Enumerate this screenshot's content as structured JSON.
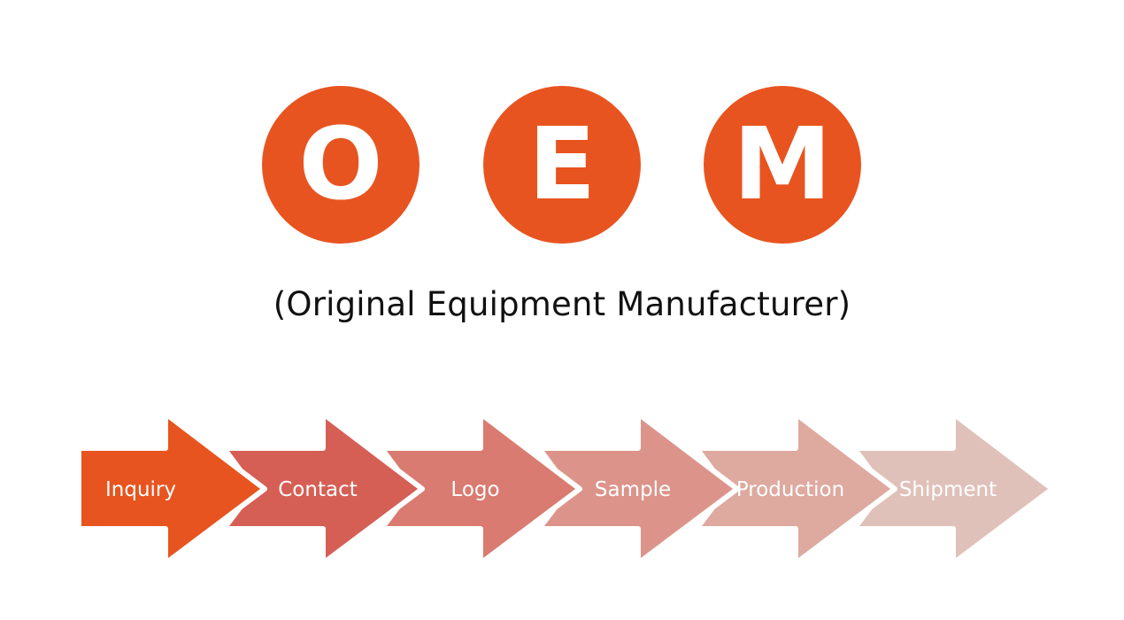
{
  "acronym": {
    "letters": [
      "O",
      "E",
      "M"
    ],
    "color": "#e8541f"
  },
  "subtitle": "(Original Equipment Manufacturer)",
  "process": {
    "steps": [
      {
        "label": "Inquiry",
        "color": "#e8541f"
      },
      {
        "label": "Contact",
        "color": "#d65f55"
      },
      {
        "label": "Logo",
        "color": "#d97b70"
      },
      {
        "label": "Sample",
        "color": "#dc948a"
      },
      {
        "label": "Production",
        "color": "#dea99f"
      },
      {
        "label": "Shipment",
        "color": "#e0c1b9"
      }
    ]
  }
}
